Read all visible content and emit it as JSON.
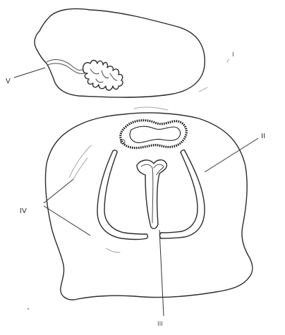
{
  "labels": {
    "section_i": "I",
    "label_ii": "II",
    "label_iii": "III",
    "label_iv": "IV",
    "label_v": "V"
  }
}
